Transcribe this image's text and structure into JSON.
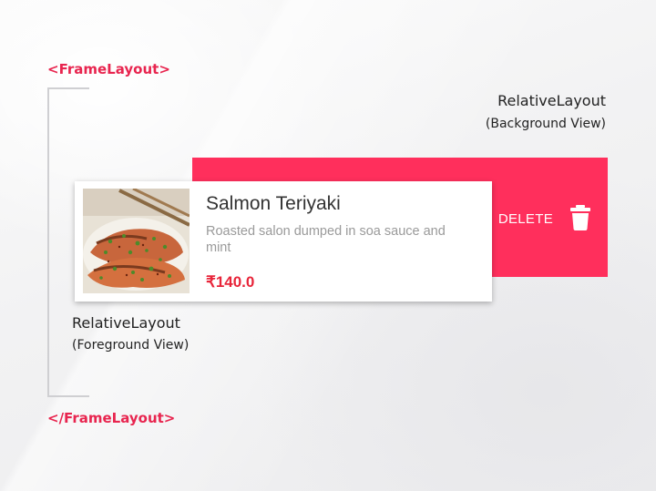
{
  "frame": {
    "open_tag": "<FrameLayout>",
    "close_tag": "</FrameLayout>"
  },
  "background_view": {
    "layout_name": "RelativeLayout",
    "subtitle": "(Background View)",
    "delete_label": "DELETE",
    "icon": "trash-icon",
    "color": "#ff2f5c"
  },
  "foreground_view": {
    "layout_name": "RelativeLayout",
    "subtitle": "(Foreground View)",
    "item": {
      "title": "Salmon Teriyaki",
      "description": "Roasted salon dumped in soa sauce and mint",
      "price": "₹140.0",
      "image": "salmon-teriyaki-photo"
    }
  },
  "colors": {
    "accent": "#e8254f",
    "price": "#e8253a"
  }
}
